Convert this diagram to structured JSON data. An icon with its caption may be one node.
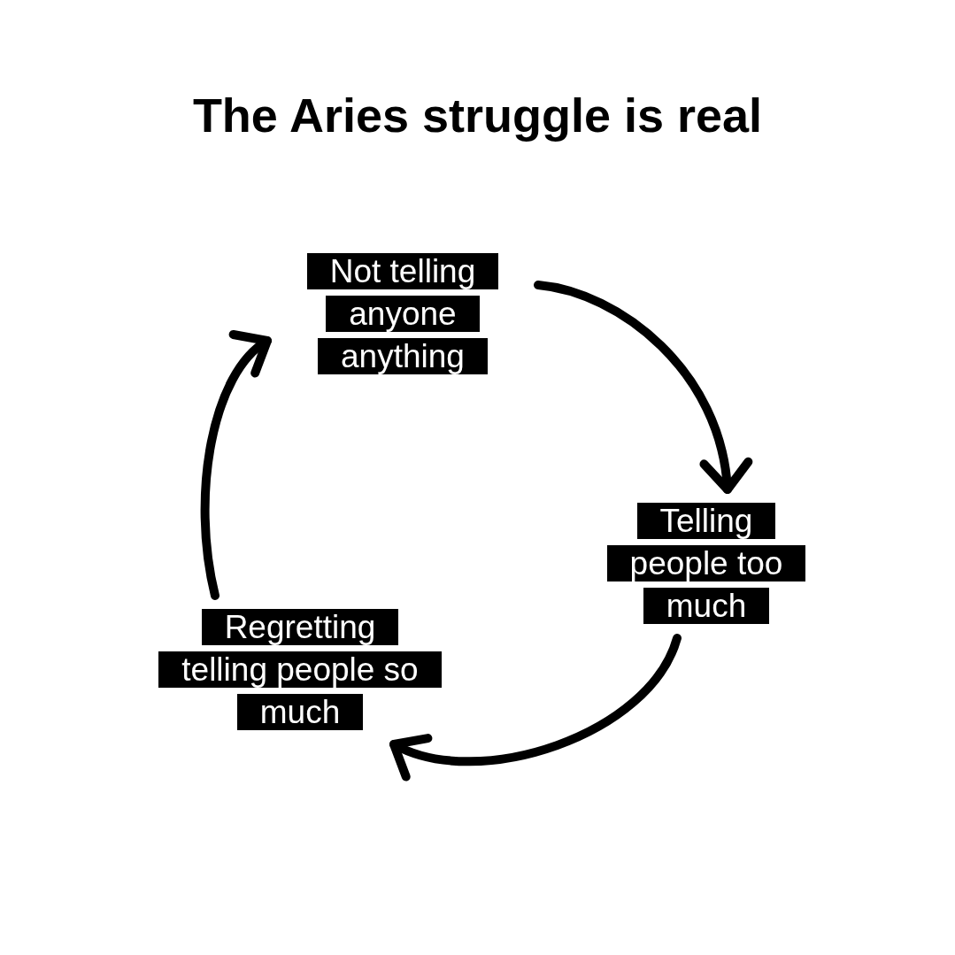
{
  "diagram": {
    "title": "The Aries struggle is real",
    "nodes": [
      {
        "text": [
          "Not telling anyone anything"
        ]
      },
      {
        "text": [
          "Telling people too much"
        ]
      },
      {
        "text": [
          "Regretting telling people so much"
        ]
      }
    ],
    "edges": [
      {
        "from": 0,
        "to": 1,
        "arrow": "to"
      },
      {
        "from": 1,
        "to": 2,
        "arrow": "to"
      },
      {
        "from": 2,
        "to": 0,
        "arrow": "to"
      }
    ]
  }
}
